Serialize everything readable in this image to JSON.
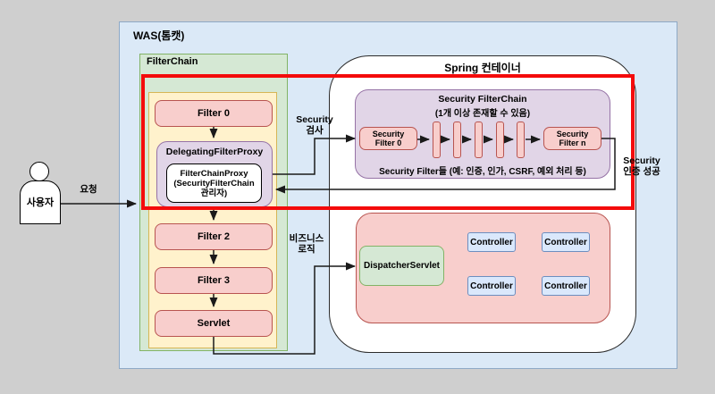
{
  "colors": {
    "bg": "#cfcfcf",
    "was_fill": "#dbe9f7",
    "green_fill": "#d5e8d4",
    "green_stroke": "#82b366",
    "yellow_fill": "#fff2cc",
    "pink_fill": "#f8cecc",
    "pink_stroke": "#b85450",
    "purple_fill": "#e1d5e7",
    "purple_stroke": "#9673a6",
    "blue_fill": "#dae8fc",
    "blue_stroke": "#6c8ebf",
    "highlight_red": "#f40b0b"
  },
  "was": {
    "title": "WAS(톰캣)",
    "filter_chain": {
      "title": "FilterChain",
      "filter0": "Filter 0",
      "delegating_filter_proxy": "DelegatingFilterProxy",
      "filter_chain_proxy": "FilterChainProxy\n(SecurityFilterChain\n관리자)",
      "filter2": "Filter 2",
      "filter3": "Filter 3",
      "servlet": "Servlet"
    }
  },
  "spring": {
    "title": "Spring 컨테이너",
    "security_filter_chain": {
      "title": "Security FilterChain",
      "subtitle": "(1개 이상 존재할 수 있음)",
      "first_filter": "Security\nFilter 0",
      "last_filter": "Security\nFilter n",
      "bar_count": 5,
      "caption": "Security Filter들 (예: 인증, 인가, CSRF, 예외 처리 등)"
    },
    "mvc": {
      "dispatcher_servlet": "DispatcherServlet",
      "controllers": [
        "Controller",
        "Controller",
        "Controller",
        "Controller"
      ]
    }
  },
  "actor": {
    "label": "사용자"
  },
  "flow_labels": {
    "request": "요청",
    "security_check": "Security\n검사",
    "auth_success": "Security\n인증 성공",
    "business_logic": "비즈니스\n로직"
  }
}
